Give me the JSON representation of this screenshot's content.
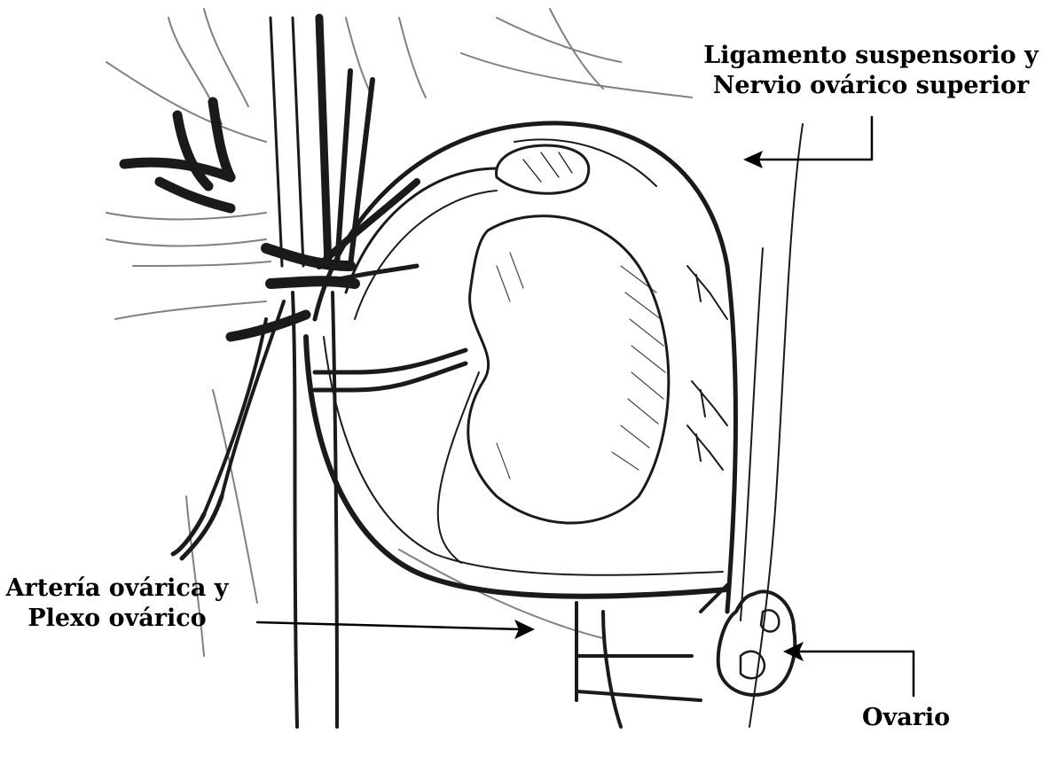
{
  "labels": {
    "ligamento": {
      "line1": "Ligamento suspensorio   y",
      "line2": "Nervio ovárico superior"
    },
    "arteria": {
      "line1": "Artería ovárica y",
      "line2": "Plexo ovárico"
    },
    "ovario": {
      "line1": "Ovario"
    }
  },
  "colors": {
    "ink": "#1a1a1a",
    "label": "#000000",
    "background": "#ffffff"
  }
}
